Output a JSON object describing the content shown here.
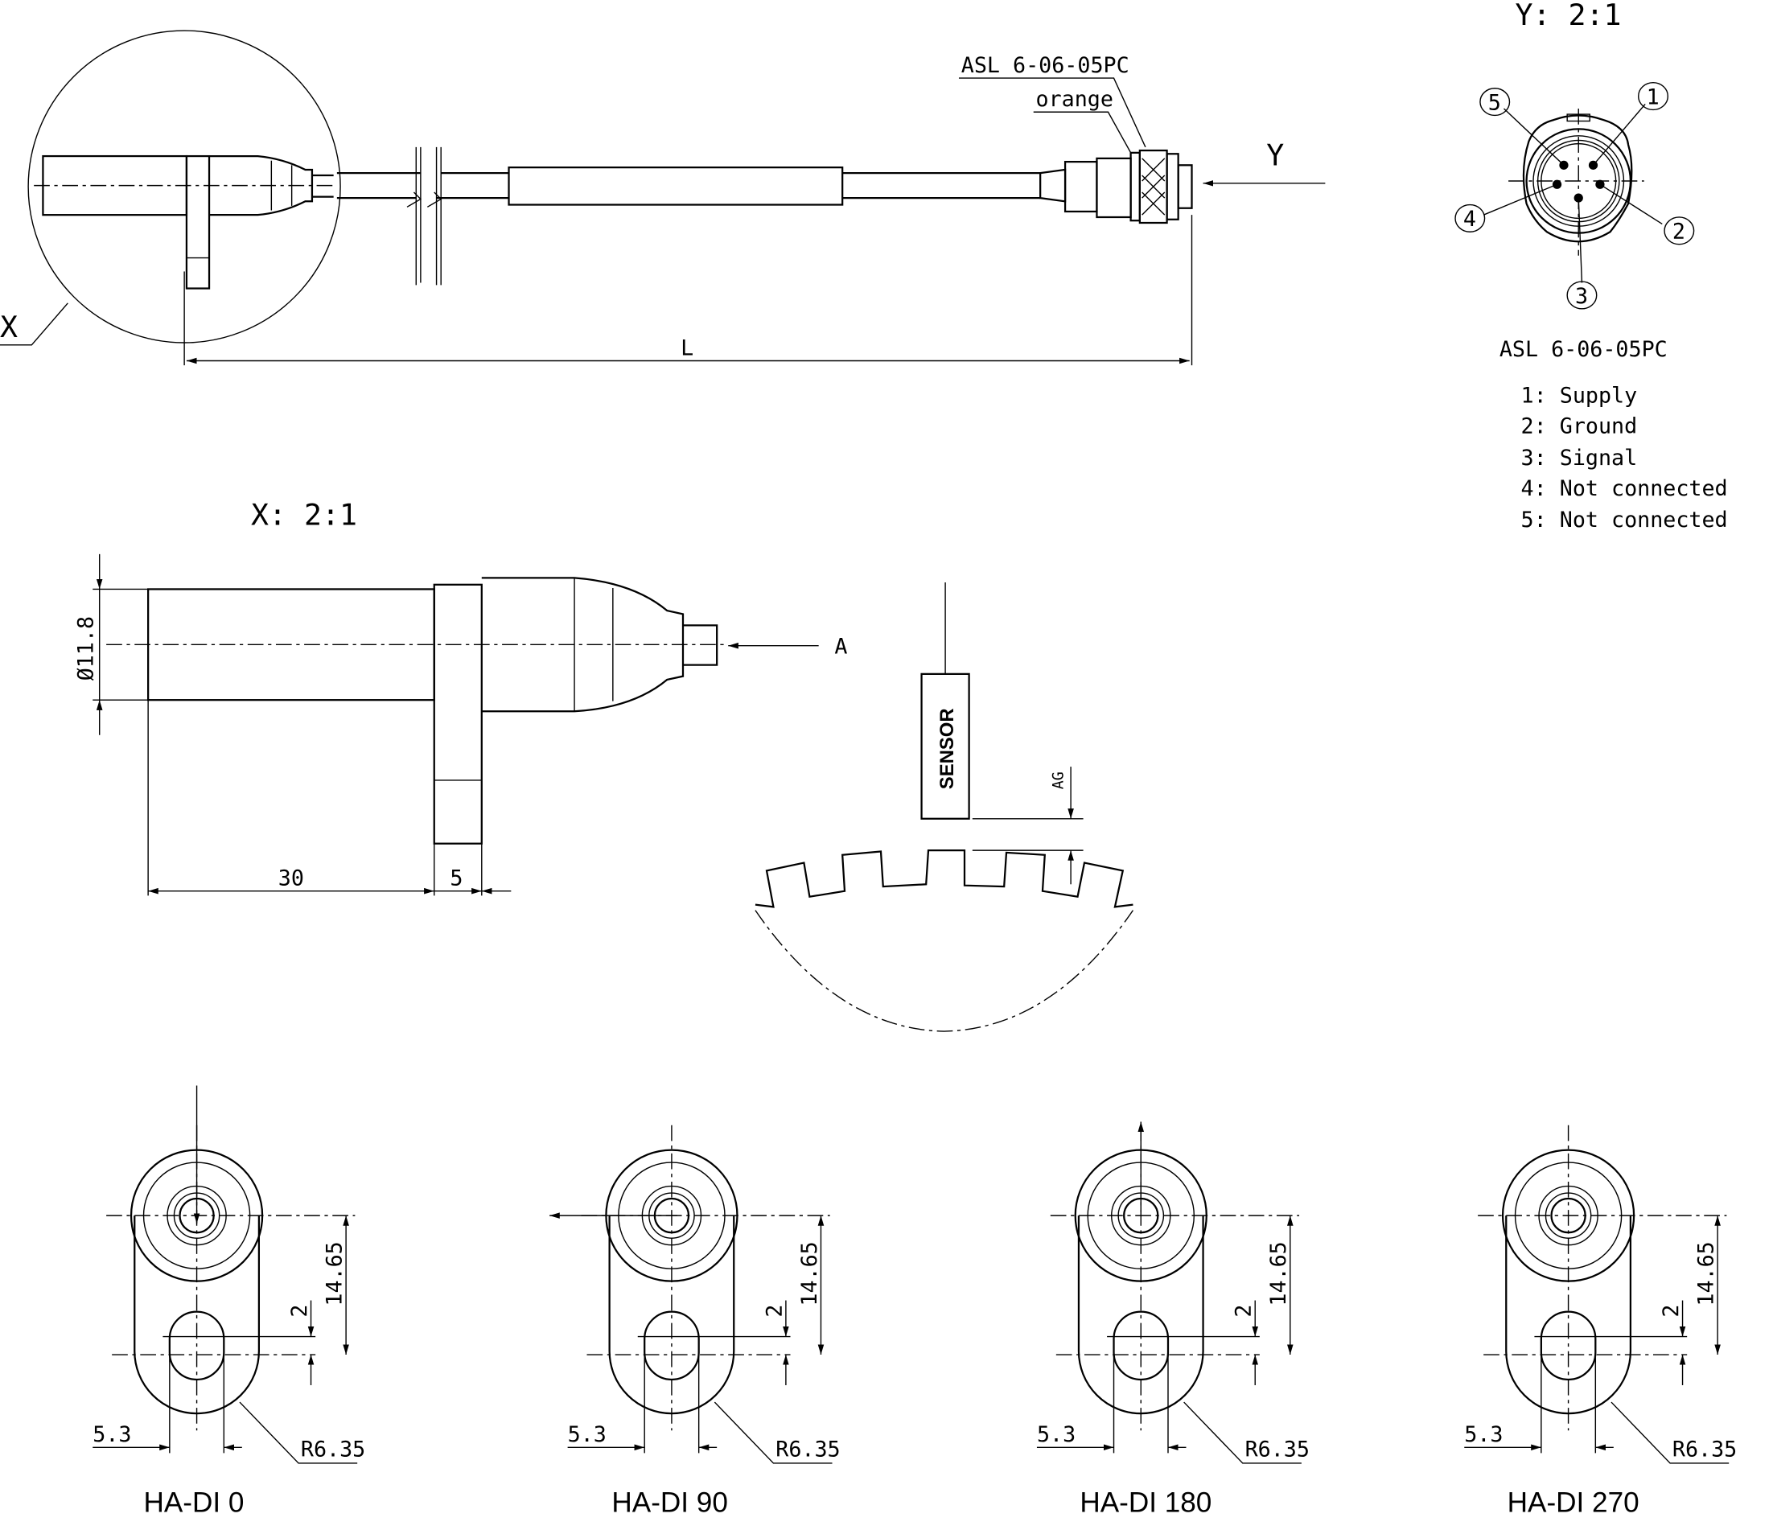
{
  "top_view": {
    "detail_marker": "X",
    "view_marker": "Y",
    "connector_label": "ASL 6-06-05PC",
    "color_label": "orange",
    "length_label": "L"
  },
  "connector_view": {
    "scale_title": "Y:  2:1",
    "part_number": "ASL 6-06-05PC",
    "pin_numbers": [
      "1",
      "2",
      "3",
      "4",
      "5"
    ],
    "pinout": [
      "1: Supply",
      "2: Ground",
      "3: Signal",
      "4: Not connected",
      "5: Not connected"
    ]
  },
  "detail_view": {
    "scale_title": "X:  2:1",
    "diameter_label": "Ø11.8",
    "length_30": "30",
    "length_5": "5",
    "arrow_label": "A"
  },
  "sensor_diagram": {
    "sensor_label": "SENSOR",
    "air_gap_label": "AG"
  },
  "variants": [
    {
      "name": "HA-DI 0",
      "dim_height": "14.65",
      "dim_offset": "2",
      "dim_slot": "5.3",
      "dim_radius": "R6.35"
    },
    {
      "name": "HA-DI 90",
      "dim_height": "14.65",
      "dim_offset": "2",
      "dim_slot": "5.3",
      "dim_radius": "R6.35"
    },
    {
      "name": "HA-DI 180",
      "dim_height": "14.65",
      "dim_offset": "2",
      "dim_slot": "5.3",
      "dim_radius": "R6.35"
    },
    {
      "name": "HA-DI 270",
      "dim_height": "14.65",
      "dim_offset": "2",
      "dim_slot": "5.3",
      "dim_radius": "R6.35"
    }
  ]
}
